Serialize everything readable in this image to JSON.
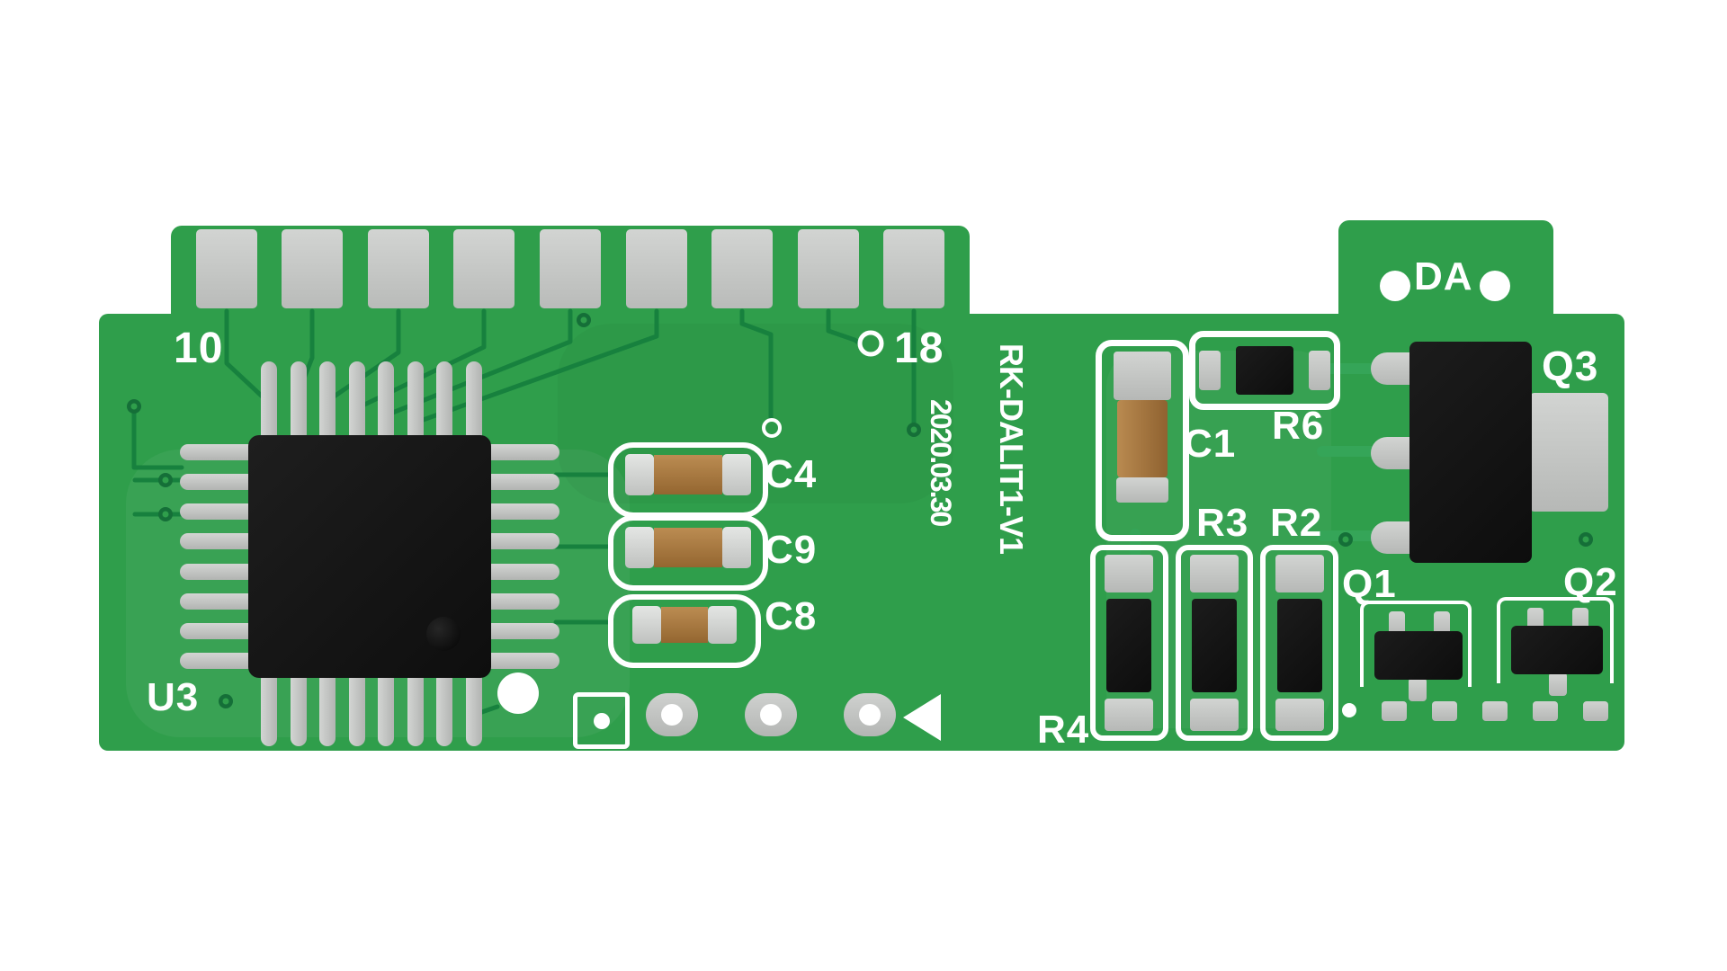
{
  "labels": {
    "pin_left": "10",
    "pin_right": "18",
    "u3": "U3",
    "c4": "C4",
    "c9": "C9",
    "c8": "C8",
    "c1": "C1",
    "r6": "R6",
    "r3": "R3",
    "r2": "R2",
    "r4": "R4",
    "q1": "Q1",
    "q2": "Q2",
    "q3": "Q3",
    "da": "DA",
    "model": "RK-DALIT1-V1",
    "date": "2020.03.30"
  },
  "colors": {
    "board_green": "#2f9e4b",
    "trace_green": "#17813e",
    "silkscreen_white": "#ffffff",
    "pad_gray": "#c6c8c6",
    "component_black": "#161616",
    "capacitor_tan": "#a97a42"
  }
}
